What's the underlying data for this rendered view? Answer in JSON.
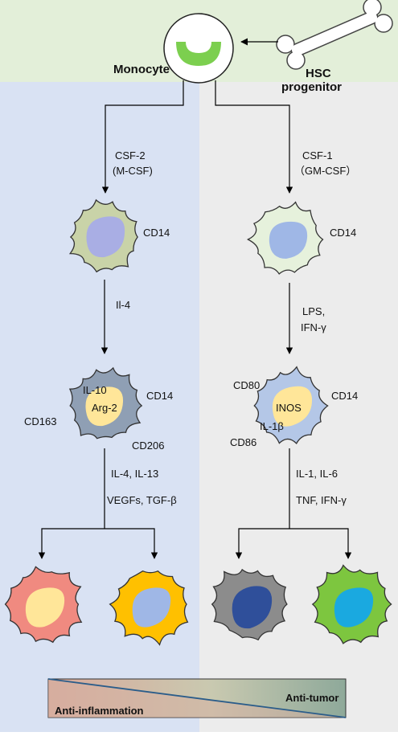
{
  "top": {
    "monocyte": "Monocyte",
    "hsc_line1": "HSC",
    "hsc_line2": "progenitor"
  },
  "left": {
    "step1_line1": "CSF-2",
    "step1_line2": "(M-CSF)",
    "cell1_marker": "CD14",
    "step2": "Il-4",
    "cell2_markers": {
      "il10": "IL-10",
      "cd14": "CD14",
      "arg2": "Arg-2",
      "cd163": "CD163",
      "cd206": "CD206"
    },
    "step3_line1": "IL-4, IL-13",
    "step3_line2": "VEGFs, TGF-β"
  },
  "right": {
    "step1_line1": "CSF-1",
    "step1_line2": "（GM-CSF）",
    "cell1_marker": "CD14",
    "step2_line1": "LPS,",
    "step2_line2": "IFN-γ",
    "cell2_markers": {
      "cd80": "CD80",
      "cd14": "CD14",
      "inos": "INOS",
      "il1b": "IL-1β",
      "cd86": "CD86"
    },
    "step3_line1": "IL-1, IL-6",
    "step3_line2": "TNF, IFN-γ"
  },
  "bottom": {
    "anti_tumor": "Anti-tumor",
    "anti_inflammation": "Anti-inflammation"
  },
  "colors": {
    "top_band": "#e3efd9",
    "left_panel": "#d9e2f3",
    "right_panel": "#ececec",
    "nucleus_green": "#7ccf4f",
    "cell_m0_left": "#c9d3a8",
    "cell_m0_right": "#e6f1dc",
    "nucleus_lavender": "#a9aee4",
    "nucleus_blue": "#9fb7e6",
    "cell_m2": "#8f9fb4",
    "cell_m1": "#b4c7e7",
    "nucleus_yellow": "#ffe699",
    "pink_cell": "#f08a80",
    "orange_cell": "#ffc000",
    "gray_cell": "#8c8c8c",
    "navy_nucleus": "#2f4f9a",
    "green_cell": "#7dc63f",
    "cyan_nucleus": "#1aa9e0"
  }
}
